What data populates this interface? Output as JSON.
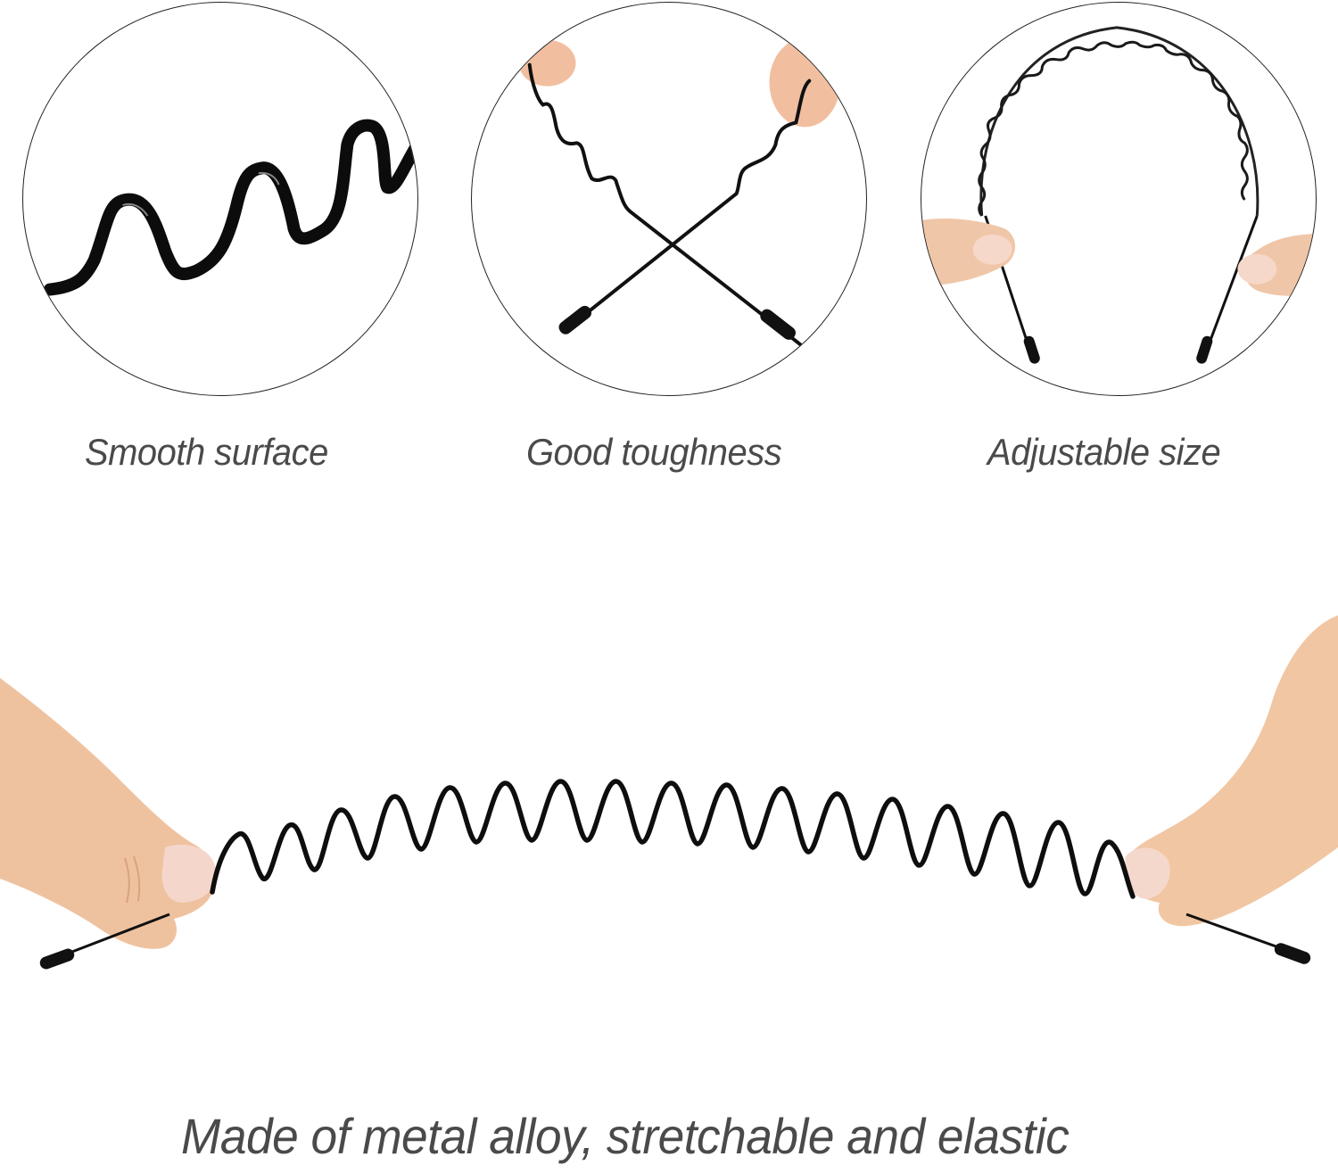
{
  "features": [
    {
      "caption": "Smooth surface",
      "icon": "wavy-wire-closeup"
    },
    {
      "caption": "Good toughness",
      "icon": "crossed-headband-ends"
    },
    {
      "caption": "Adjustable size",
      "icon": "arched-wavy-headband"
    }
  ],
  "main": {
    "caption": "Made of metal alloy, stretchable and elastic",
    "icon": "stretched-wavy-headband"
  },
  "colors": {
    "background": "#ffffff",
    "text": "#4a4a4a",
    "wire": "#111111",
    "skin": "#f1c6a2",
    "circle_border": "#222222"
  }
}
